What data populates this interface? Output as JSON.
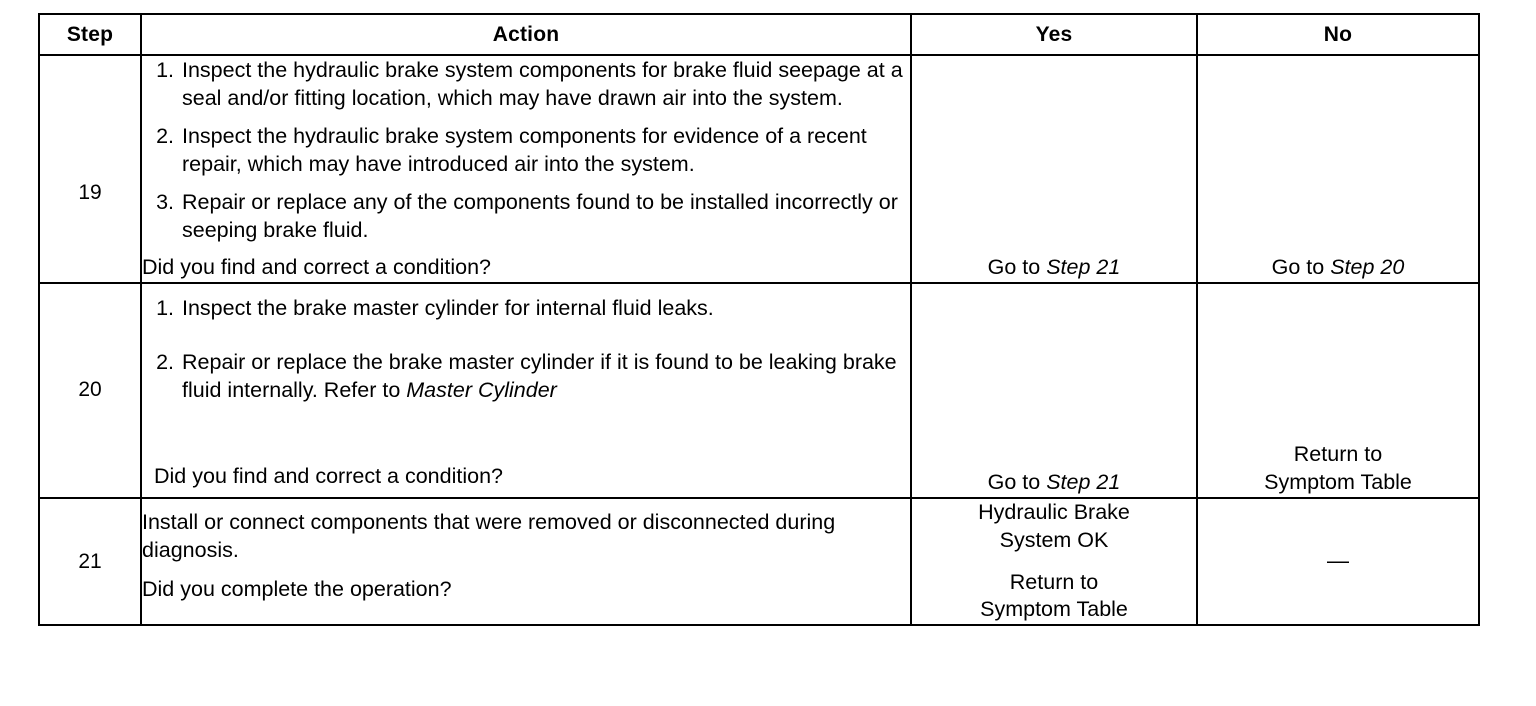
{
  "table": {
    "headers": {
      "step": "Step",
      "action": "Action",
      "yes": "Yes",
      "no": "No"
    },
    "rows": [
      {
        "step": "19",
        "items": [
          {
            "num": "1.",
            "text": "Inspect the hydraulic brake system components for brake fluid seepage at a seal and/or fitting location, which may have drawn air into the system."
          },
          {
            "num": "2.",
            "text": "Inspect the hydraulic brake system components for evidence of a recent repair, which may have introduced air into the system."
          },
          {
            "num": "3.",
            "text": "Repair or replace any of the components found to be installed incorrectly or seeping brake fluid."
          }
        ],
        "question": "Did you find and correct a condition?",
        "yes": {
          "prefix": "Go to ",
          "ref": "Step 21"
        },
        "no": {
          "prefix": "Go to ",
          "ref": "Step 20"
        }
      },
      {
        "step": "20",
        "items": [
          {
            "num": "1.",
            "text": "Inspect the brake master cylinder for internal fluid leaks."
          },
          {
            "num": "2.",
            "text": "Repair or replace the brake master cylinder if it is found to be leaking brake fluid internally. Refer to ",
            "ref": "Master Cylinder"
          }
        ],
        "question": "Did you find and correct a condition?",
        "yes": {
          "prefix": "Go to ",
          "ref": "Step 21"
        },
        "no": {
          "line1": "Return to",
          "line2": "Symptom Table"
        }
      },
      {
        "step": "21",
        "statement": "Install or connect components that were removed or disconnected during diagnosis.",
        "question": "Did you complete the operation?",
        "yes": {
          "line1": "Hydraulic Brake",
          "line2": "System OK",
          "line3": "Return to",
          "line4": "Symptom Table"
        },
        "no": {
          "dash": "—"
        }
      }
    ]
  },
  "colors": {
    "ink": "#000000",
    "paper": "#ffffff"
  }
}
